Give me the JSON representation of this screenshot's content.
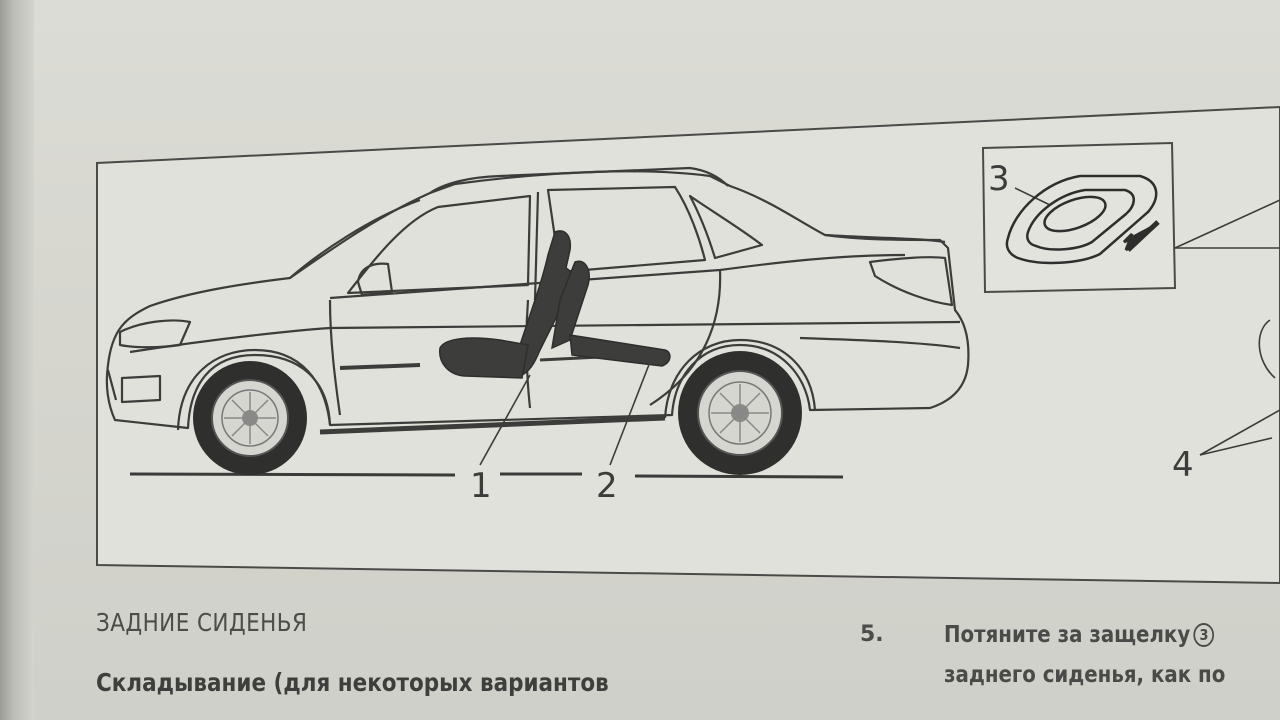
{
  "figure": {
    "callouts": {
      "one": "1",
      "two": "2",
      "three": "3",
      "four": "4"
    }
  },
  "section": {
    "heading": "ЗАДНИЕ СИДЕНЬЯ",
    "body_line": "Складывание (для некоторых вариантов"
  },
  "steps": {
    "number": "5.",
    "line_1": "Потяните за защелку",
    "latch_ref": "3",
    "line_2": "заднего сиденья, как по"
  }
}
